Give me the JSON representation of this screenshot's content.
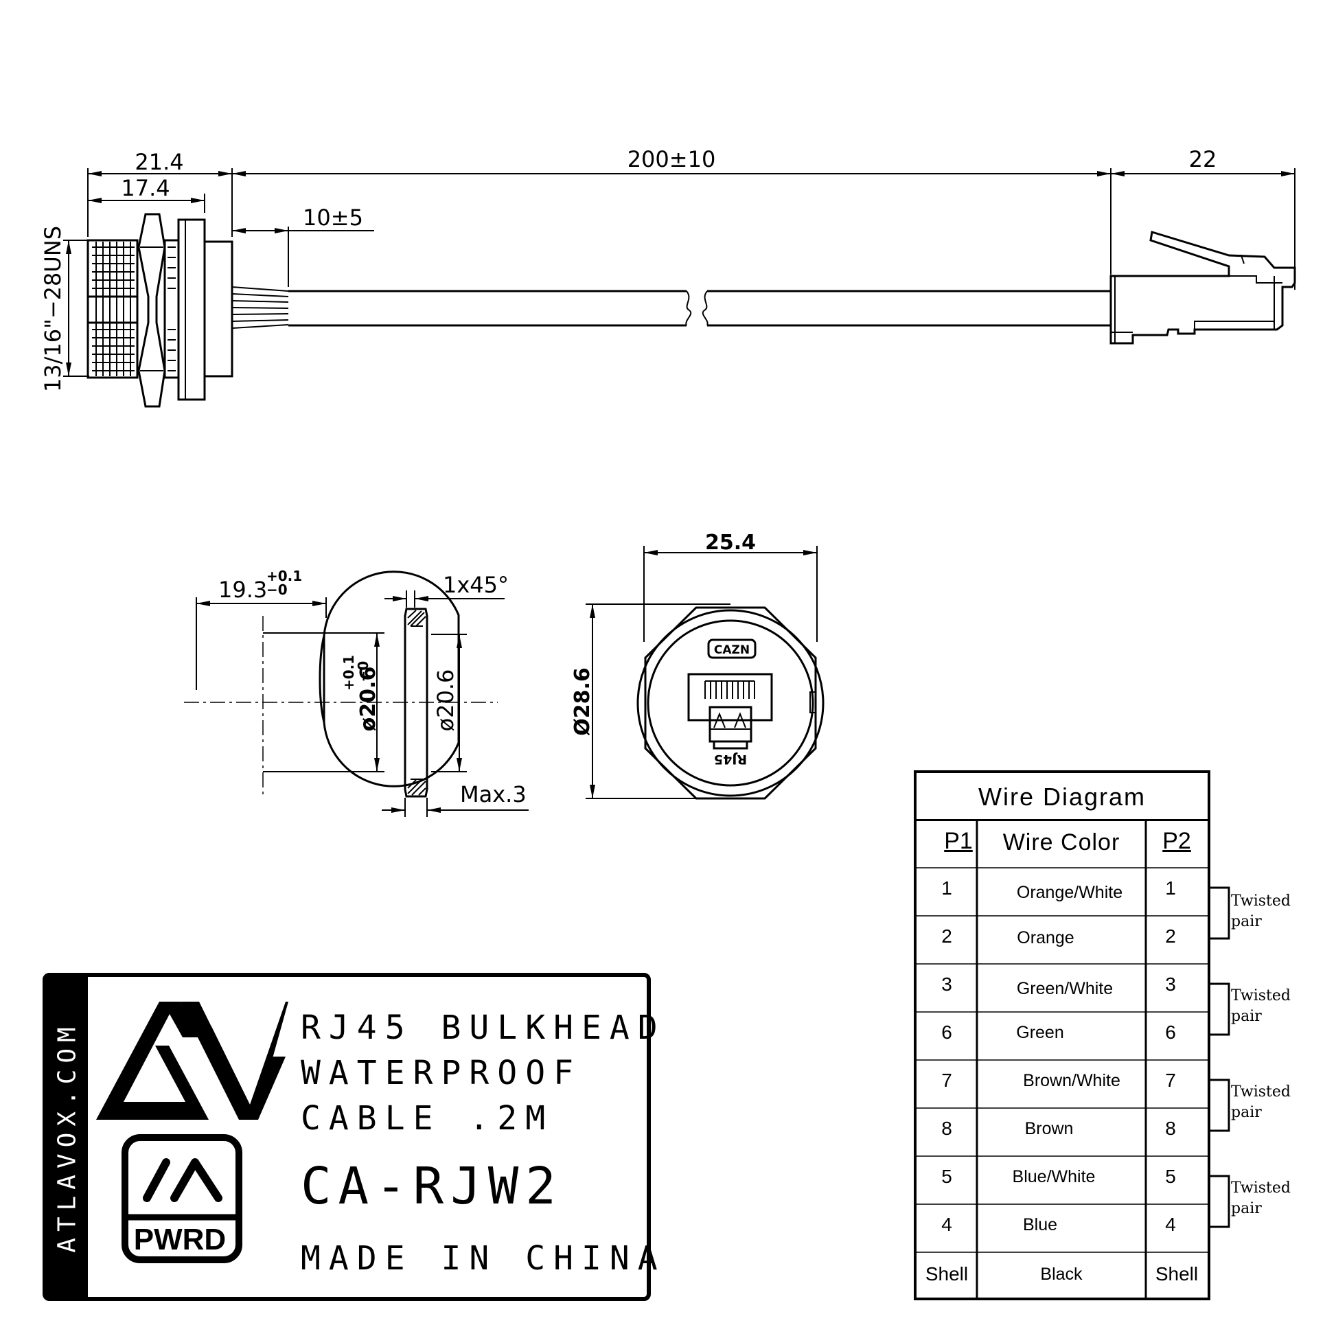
{
  "dimensions": {
    "overall_a": "21.4",
    "overall_b": "17.4",
    "cable_length": "200±10",
    "plug_length": "22",
    "strip_length": "10±5",
    "thread": "13/16\"−28UNS",
    "cutout_width": "19.3",
    "cutout_width_tol_plus": "+0.1",
    "cutout_width_tol_minus": "−0",
    "cutout_dia": "ø20.6",
    "cutout_dia_tol_plus": "+0.1",
    "cutout_dia_tol_minus": "−0",
    "gasket_chamfer": "1x45°",
    "gasket_dia": "ø20.6",
    "gasket_thickness": "Max.3",
    "flange_width": "25.4",
    "flange_dia": "Ø28.6",
    "face_mark_top": "CAZN",
    "face_mark_bottom": "RJ45"
  },
  "label": {
    "website": "ATLAVOX.COM",
    "logo_text": "AV",
    "badge_text": "PWRD",
    "line1": "RJ45 BULKHEAD",
    "line2": "WATERPROOF",
    "line3": "CABLE .2M",
    "model": "CA-RJW2",
    "origin": "MADE IN CHINA"
  },
  "wire_diagram": {
    "title": "Wire  Diagram",
    "col_p1": "P1",
    "col_color": "Wire  Color",
    "col_p2": "P2",
    "rows": [
      {
        "p1": "1",
        "color": "Orange/White",
        "p2": "1"
      },
      {
        "p1": "2",
        "color": "Orange",
        "p2": "2"
      },
      {
        "p1": "3",
        "color": "Green/White",
        "p2": "3"
      },
      {
        "p1": "6",
        "color": "Green",
        "p2": "6"
      },
      {
        "p1": "7",
        "color": "Brown/White",
        "p2": "7"
      },
      {
        "p1": "8",
        "color": "Brown",
        "p2": "8"
      },
      {
        "p1": "5",
        "color": "Blue/White",
        "p2": "5"
      },
      {
        "p1": "4",
        "color": "Blue",
        "p2": "4"
      },
      {
        "p1": "Shell",
        "color": "Black",
        "p2": "Shell"
      }
    ],
    "pair_note": "Twisted\npair"
  }
}
